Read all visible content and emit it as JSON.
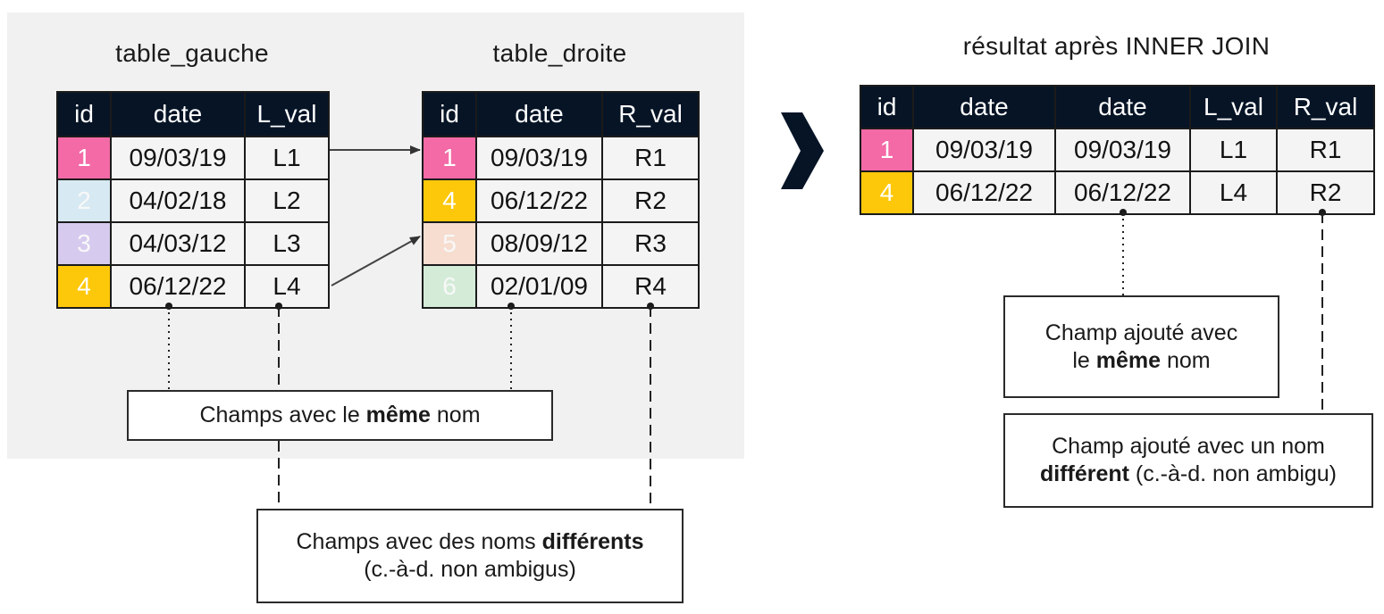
{
  "colors": {
    "header_bg": "#061426",
    "cell_bg": "#f4f4f4",
    "panel_bg": "#f1f1f1",
    "pink": "#f36aa6",
    "light_blue": "#d7e9f2",
    "lavender": "#d6cbee",
    "yellow": "#fdc80a",
    "peach": "#f6ddd0",
    "mint": "#d3ebd7"
  },
  "left_table": {
    "title": "table_gauche",
    "headers": [
      "id",
      "date",
      "L_val"
    ],
    "rows": [
      {
        "id": "1",
        "date": "09/03/19",
        "val": "L1",
        "color": "#f36aa6",
        "faded": false
      },
      {
        "id": "2",
        "date": "04/02/18",
        "val": "L2",
        "color": "#d7e9f2",
        "faded": true
      },
      {
        "id": "3",
        "date": "04/03/12",
        "val": "L3",
        "color": "#d6cbee",
        "faded": true
      },
      {
        "id": "4",
        "date": "06/12/22",
        "val": "L4",
        "color": "#fdc80a",
        "faded": false
      }
    ]
  },
  "right_table": {
    "title": "table_droite",
    "headers": [
      "id",
      "date",
      "R_val"
    ],
    "rows": [
      {
        "id": "1",
        "date": "09/03/19",
        "val": "R1",
        "color": "#f36aa6",
        "faded": false
      },
      {
        "id": "4",
        "date": "06/12/22",
        "val": "R2",
        "color": "#fdc80a",
        "faded": false
      },
      {
        "id": "5",
        "date": "08/09/12",
        "val": "R3",
        "color": "#f6ddd0",
        "faded": true
      },
      {
        "id": "6",
        "date": "02/01/09",
        "val": "R4",
        "color": "#d3ebd7",
        "faded": true
      }
    ]
  },
  "result_table": {
    "title": "résultat après INNER JOIN",
    "headers": [
      "id",
      "date",
      "date",
      "L_val",
      "R_val"
    ],
    "rows": [
      {
        "cells": [
          "1",
          "09/03/19",
          "09/03/19",
          "L1",
          "R1"
        ],
        "color": "#f36aa6"
      },
      {
        "cells": [
          "4",
          "06/12/22",
          "06/12/22",
          "L4",
          "R2"
        ],
        "color": "#fdc80a"
      }
    ]
  },
  "callouts": {
    "same_name": {
      "before": "Champs avec le ",
      "bold": "même",
      "after": " nom"
    },
    "different_names": {
      "line1_before": "Champs avec des noms ",
      "line1_bold": "différents",
      "line2": "(c.-à-d. non ambigus)"
    },
    "added_same": {
      "line1": "Champ ajouté avec",
      "line2_before": "le ",
      "line2_bold": "même",
      "line2_after": " nom"
    },
    "added_different": {
      "line1": "Champ ajouté avec un nom",
      "line2_bold": "différent",
      "line2_after": " (c.-à-d. non ambigu)"
    }
  },
  "icons": {
    "arrow": "chevron-right-icon",
    "link": "arrow-right-icon"
  }
}
